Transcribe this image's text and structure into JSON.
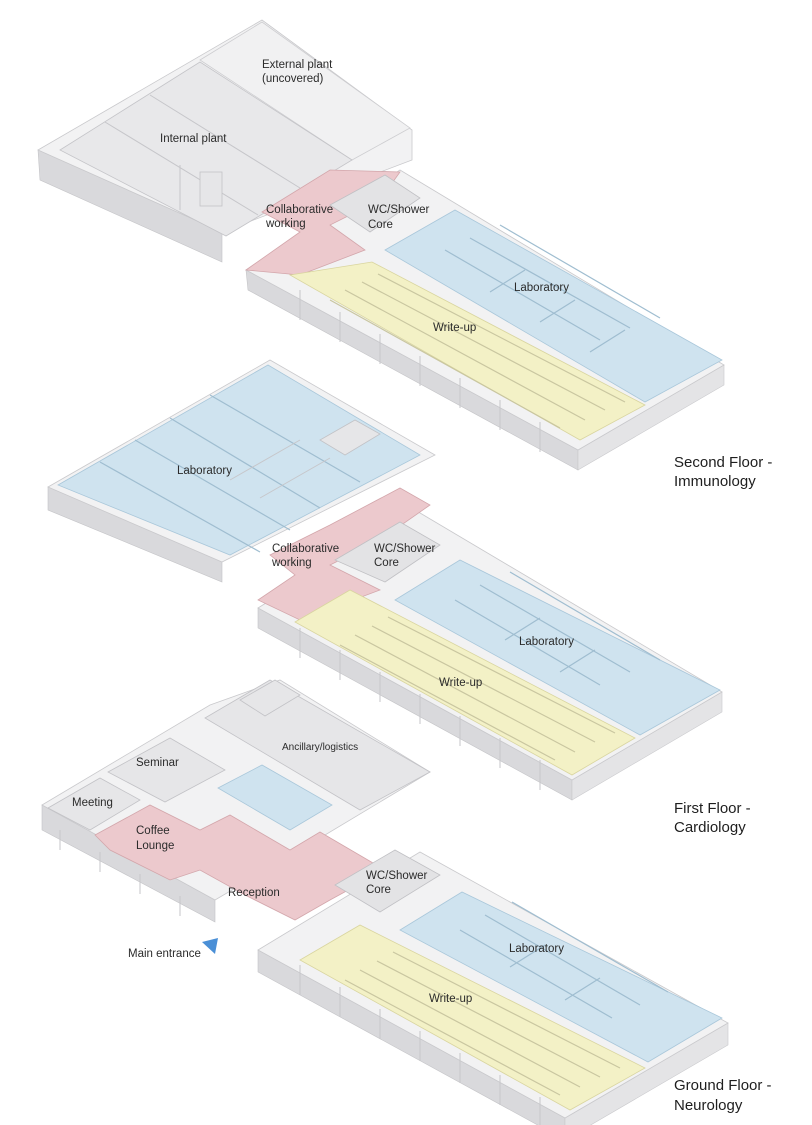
{
  "floors": {
    "second": {
      "label_line1": "Second Floor -",
      "label_line2": "Immunology",
      "rooms": {
        "external_plant_line1": "External plant",
        "external_plant_line2": "(uncovered)",
        "internal_plant": "Internal plant",
        "collab_line1": "Collaborative",
        "collab_line2": "working",
        "core_line1": "WC/Shower",
        "core_line2": "Core",
        "laboratory": "Laboratory",
        "writeup": "Write-up"
      }
    },
    "first": {
      "label_line1": "First Floor -",
      "label_line2": "Cardiology",
      "rooms": {
        "laboratory_west": "Laboratory",
        "collab_line1": "Collaborative",
        "collab_line2": "working",
        "core_line1": "WC/Shower",
        "core_line2": "Core",
        "laboratory_east": "Laboratory",
        "writeup": "Write-up"
      }
    },
    "ground": {
      "label_line1": "Ground Floor -",
      "label_line2": "Neurology",
      "rooms": {
        "ancillary": "Ancillary/logistics",
        "seminar": "Seminar",
        "meeting": "Meeting",
        "coffee_line1": "Coffee",
        "coffee_line2": "Lounge",
        "reception": "Reception",
        "core_line1": "WC/Shower",
        "core_line2": "Core",
        "laboratory": "Laboratory",
        "writeup": "Write-up",
        "main_entrance": "Main entrance"
      }
    }
  },
  "colors": {
    "laboratory": "#cfe3ef",
    "writeup": "#f3f1c6",
    "collaborative": "#ecc9cd",
    "core": "#e3e3e5",
    "entrance_marker": "#4a8fd6"
  }
}
